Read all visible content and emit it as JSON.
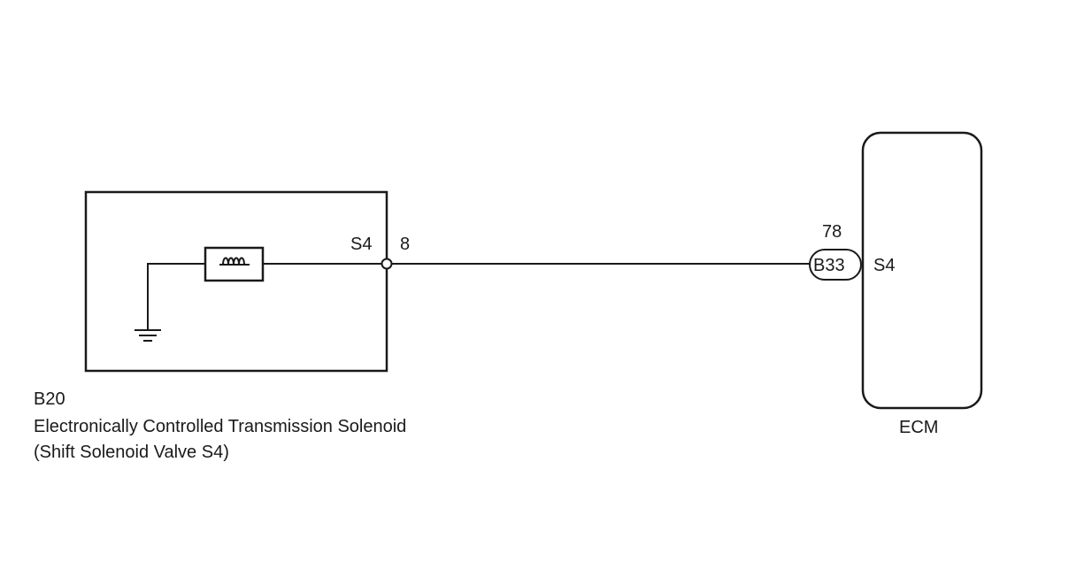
{
  "solenoid_component": {
    "connector_id": "B20",
    "name": "Electronically Controlled Transmission Solenoid",
    "subtitle": "(Shift Solenoid Valve S4)",
    "terminal_name": "S4",
    "terminal_number": "8"
  },
  "ecm_component": {
    "name": "ECM",
    "connector_id": "B33",
    "terminal_number": "78",
    "terminal_name": "S4"
  },
  "icons": {
    "solenoid_coil": "coil-symbol-icon",
    "ground": "ground-icon"
  }
}
